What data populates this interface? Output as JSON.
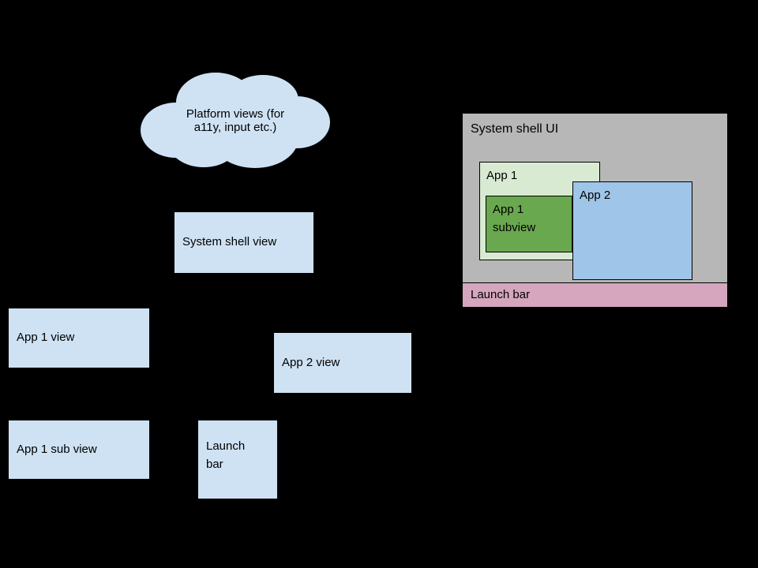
{
  "nodes": {
    "cloud": {
      "label": "Platform views (for a11y, input etc.)",
      "fill": "#cfe2f3"
    },
    "system_shell_view": {
      "label": "System shell view",
      "fill": "#cfe2f3"
    },
    "app1_view": {
      "label": "App 1 view",
      "fill": "#cfe2f3"
    },
    "app2_view": {
      "label": "App 2 view",
      "fill": "#cfe2f3"
    },
    "app1_sub_view": {
      "label": "App 1 sub view",
      "fill": "#cfe2f3"
    },
    "launch_bar_view": {
      "label": "Launch bar",
      "fill": "#cfe2f3"
    },
    "system_shell_ui": {
      "label": "System shell UI",
      "fill": "#b7b7b7"
    },
    "app1": {
      "label": "App 1",
      "fill": "#d9ead3"
    },
    "app1_subview": {
      "label": "App 1 subview",
      "fill": "#6aa84f"
    },
    "app2": {
      "label": "App 2",
      "fill": "#9fc5e8"
    },
    "launch_bar": {
      "label": "Launch bar",
      "fill": "#d5a6bd"
    }
  },
  "colors": {
    "background": "#000000",
    "border": "#000000",
    "text": "#000000"
  }
}
